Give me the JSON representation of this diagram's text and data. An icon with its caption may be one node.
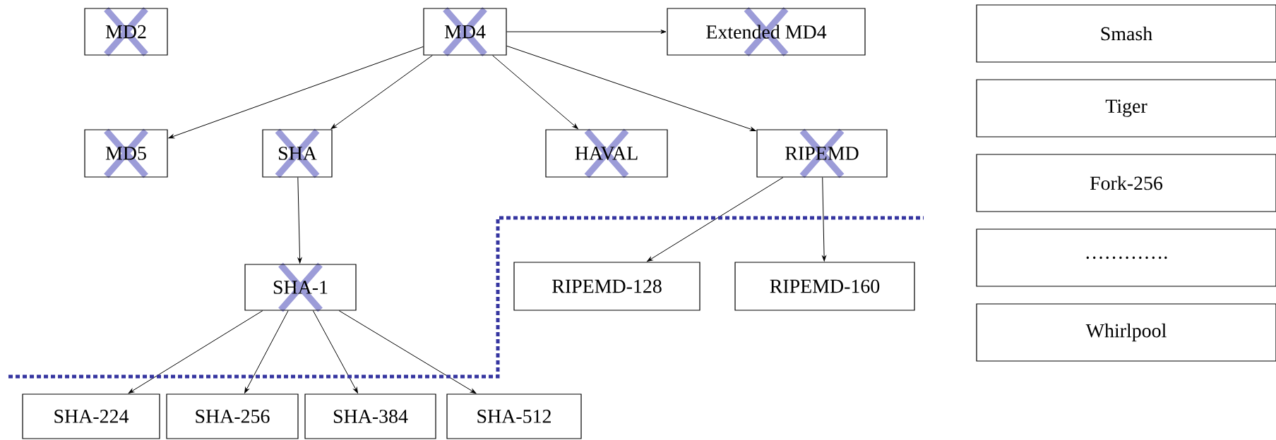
{
  "diagram": {
    "nodes": [
      {
        "text": [
          "MD2"
        ]
      },
      {
        "text": [
          "MD4"
        ]
      },
      {
        "text": [
          "Extended MD4"
        ]
      },
      {
        "text": [
          "MD5"
        ]
      },
      {
        "text": [
          "SHA"
        ]
      },
      {
        "text": [
          "HAVAL"
        ]
      },
      {
        "text": [
          "RIPEMD"
        ]
      },
      {
        "text": [
          "SHA-1"
        ]
      },
      {
        "text": [
          "RIPEMD-128"
        ]
      },
      {
        "text": [
          "RIPEMD-160"
        ]
      },
      {
        "text": [
          "SHA-224"
        ]
      },
      {
        "text": [
          "SHA-256"
        ]
      },
      {
        "text": [
          "SHA-384"
        ]
      },
      {
        "text": [
          "SHA-512"
        ]
      },
      {
        "text": [
          "Smash"
        ]
      },
      {
        "text": [
          "Tiger"
        ]
      },
      {
        "text": [
          "Fork-256"
        ]
      },
      {
        "text": [
          "…………."
        ]
      },
      {
        "text": [
          "Whirlpool"
        ]
      }
    ],
    "edges": [
      {
        "from": 1,
        "to": 2,
        "arrow": "to"
      },
      {
        "from": 1,
        "to": 3,
        "arrow": "to"
      },
      {
        "from": 1,
        "to": 4,
        "arrow": "to"
      },
      {
        "from": 1,
        "to": 5,
        "arrow": "to"
      },
      {
        "from": 1,
        "to": 6,
        "arrow": "to"
      },
      {
        "from": 4,
        "to": 7,
        "arrow": "to"
      },
      {
        "from": 6,
        "to": 8,
        "arrow": "to"
      },
      {
        "from": 6,
        "to": 9,
        "arrow": "to"
      },
      {
        "from": 7,
        "to": 10,
        "arrow": "to"
      },
      {
        "from": 7,
        "to": 11,
        "arrow": "to"
      },
      {
        "from": 7,
        "to": 12,
        "arrow": "to"
      },
      {
        "from": 7,
        "to": 13,
        "arrow": "to"
      }
    ]
  }
}
